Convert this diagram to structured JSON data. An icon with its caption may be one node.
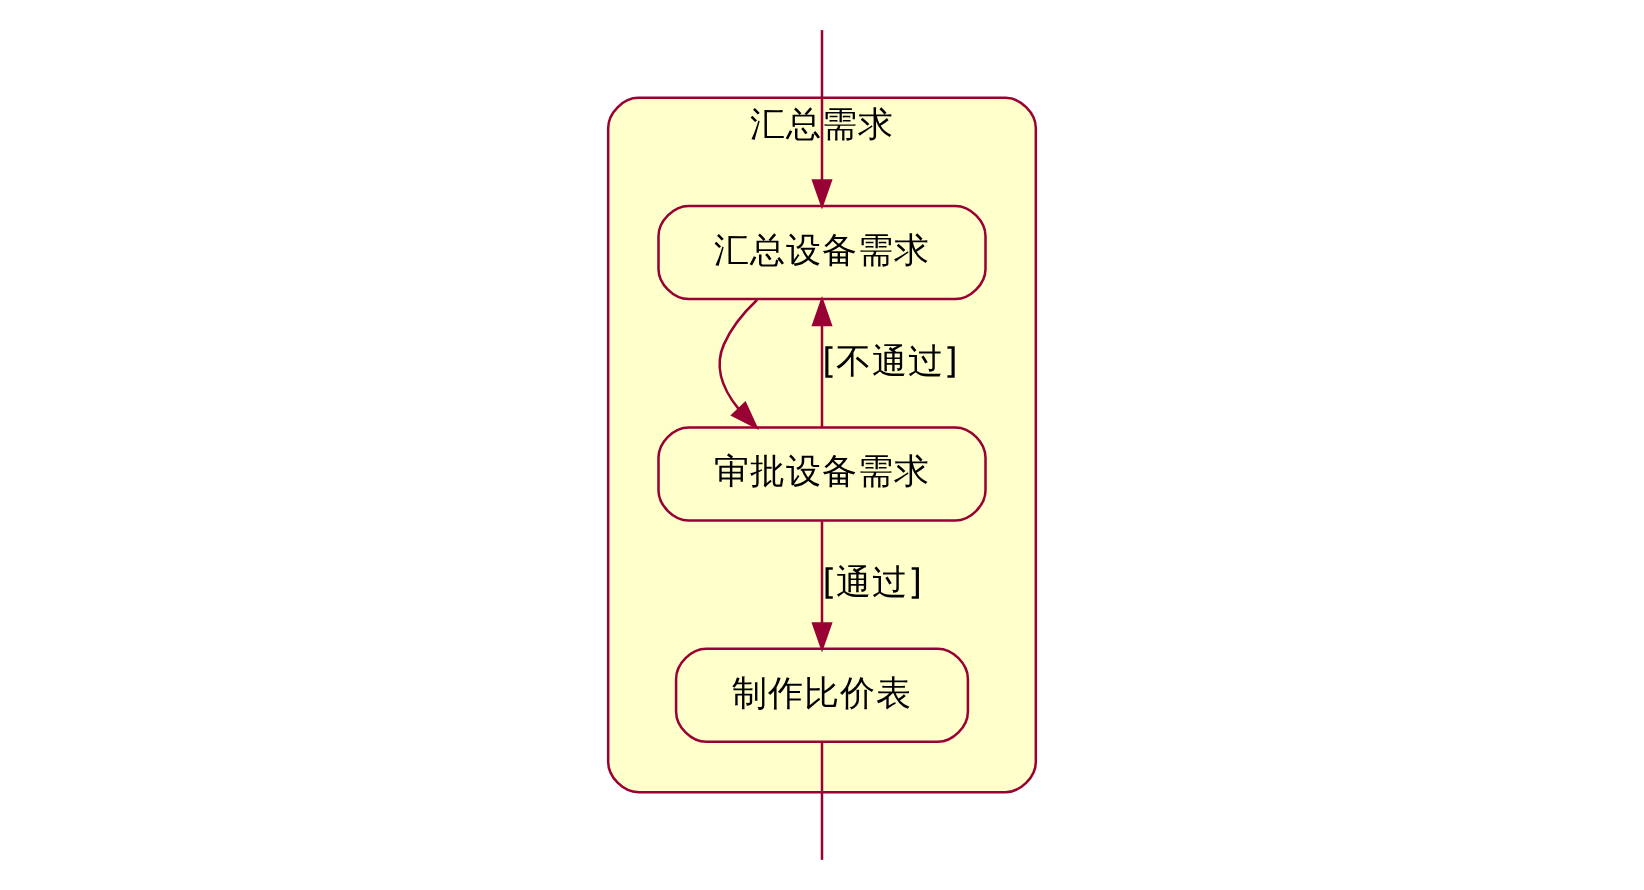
{
  "diagram": {
    "nodes": [
      {
        "text": [
          "汇总需求"
        ]
      },
      {
        "text": [
          "汇总设备需求"
        ],
        "in": 0
      },
      {
        "text": [
          "审批设备需求"
        ],
        "in": 0
      },
      {
        "text": [
          "制作比价表"
        ],
        "in": 0
      }
    ],
    "edges": [
      {
        "from": null,
        "to": 1,
        "arrow": "to"
      },
      {
        "from": 1,
        "to": 2,
        "arrow": "to"
      },
      {
        "from": 2,
        "to": 1,
        "arrow": "to",
        "label": "[不通过]"
      },
      {
        "from": 2,
        "to": 3,
        "arrow": "to",
        "label": "[通过]"
      },
      {
        "from": 3,
        "to": null,
        "arrow": "none"
      }
    ]
  }
}
